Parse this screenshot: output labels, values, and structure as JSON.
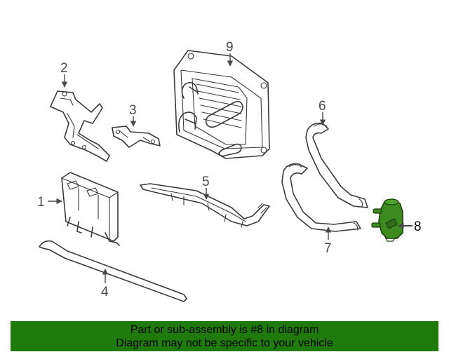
{
  "diagram": {
    "callouts": [
      {
        "id": "1",
        "label": "1"
      },
      {
        "id": "2",
        "label": "2"
      },
      {
        "id": "3",
        "label": "3"
      },
      {
        "id": "4",
        "label": "4"
      },
      {
        "id": "5",
        "label": "5"
      },
      {
        "id": "6",
        "label": "6"
      },
      {
        "id": "7",
        "label": "7"
      },
      {
        "id": "8",
        "label": "8"
      },
      {
        "id": "9",
        "label": "9"
      }
    ],
    "highlight_color": "#3d8a1e",
    "line_color": "#3a3a3a"
  },
  "banner": {
    "line1": "Part or sub-assembly is #8 in diagram",
    "line2": "Diagram may not be specific to your vehicle",
    "background": "#1f7a0b"
  }
}
